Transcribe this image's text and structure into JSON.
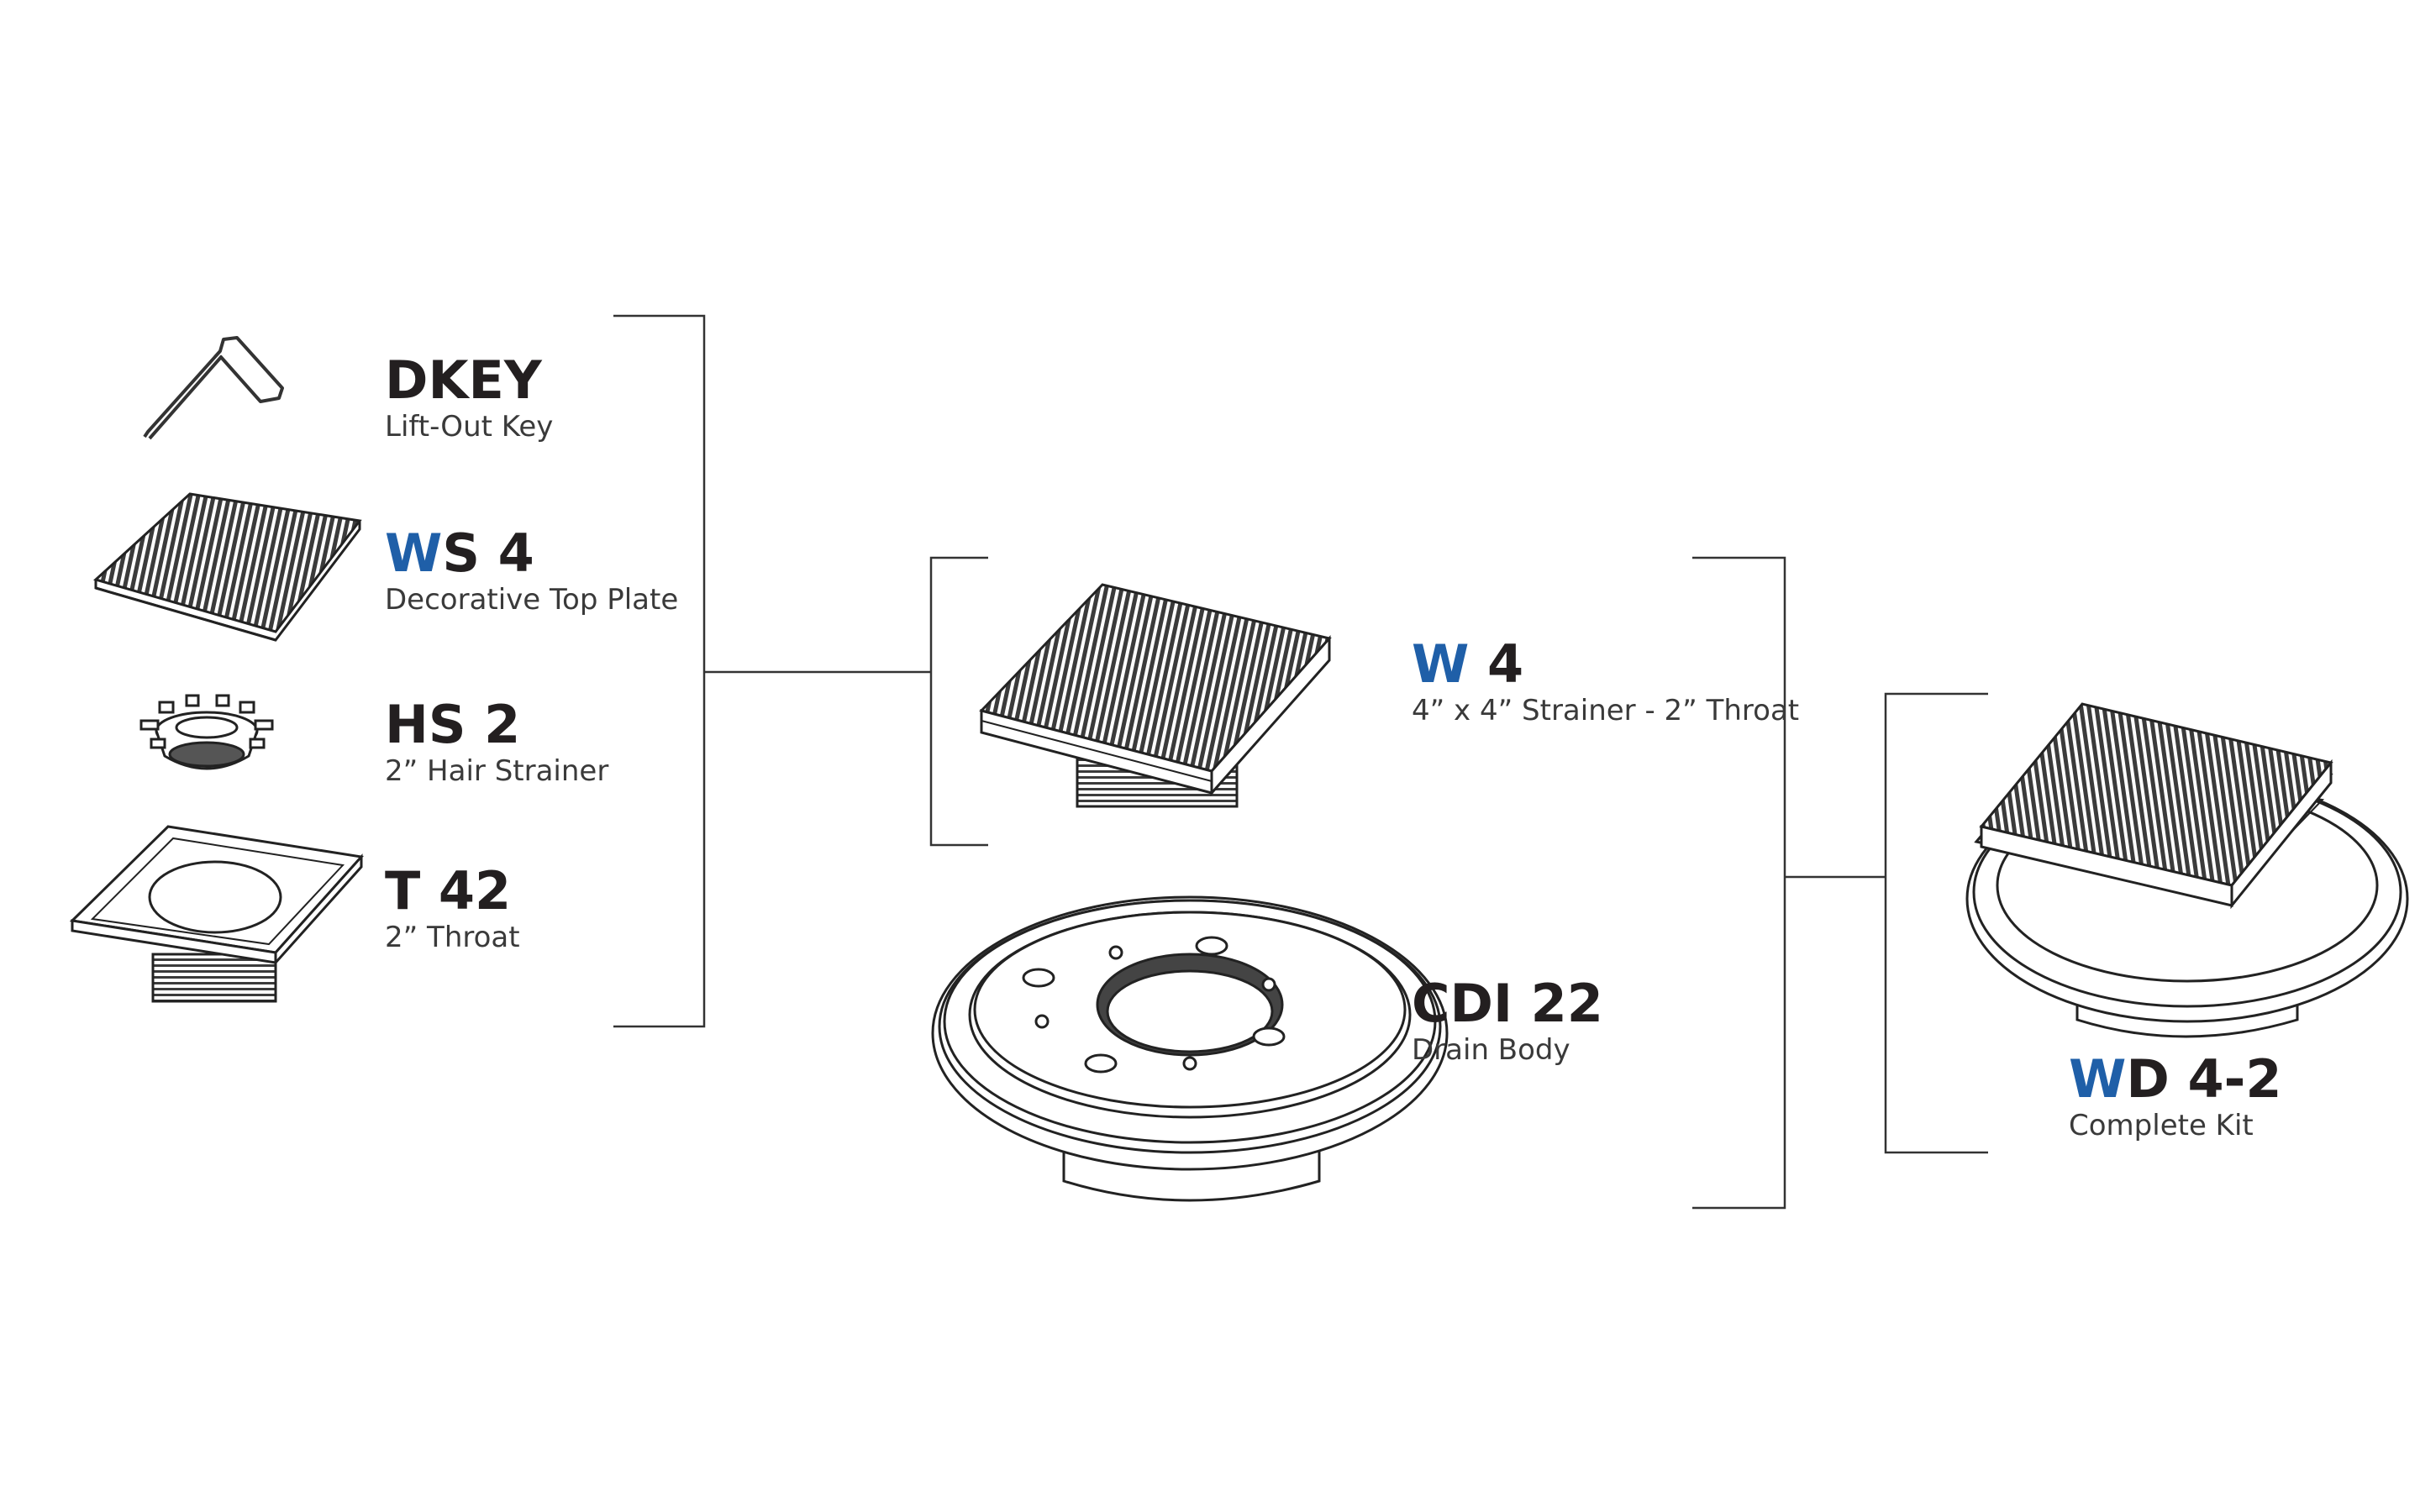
{
  "colors": {
    "accent": "#1f5fa8",
    "ink": "#231f20",
    "line": "#333333"
  },
  "components": [
    {
      "code_accent": "",
      "code_rest": "DKEY",
      "desc": "Lift-Out Key",
      "icon": "lift-out-key-icon"
    },
    {
      "code_accent": "W",
      "code_rest": "S 4",
      "desc": "Decorative Top Plate",
      "icon": "top-plate-icon"
    },
    {
      "code_accent": "",
      "code_rest": "HS 2",
      "desc": "2” Hair Strainer",
      "icon": "hair-strainer-icon"
    },
    {
      "code_accent": "",
      "code_rest": "T 42",
      "desc": "2” Throat",
      "icon": "throat-icon"
    }
  ],
  "assemblies": [
    {
      "code_accent": "W",
      "code_rest": " 4",
      "desc": "4” x 4” Strainer - 2” Throat",
      "icon": "strainer-assembly-icon"
    },
    {
      "code_accent": "",
      "code_rest": "CDI 22",
      "desc": "Drain Body",
      "icon": "drain-body-icon"
    }
  ],
  "kit": {
    "code_accent": "W",
    "code_rest": "D 4-2",
    "desc": "Complete Kit",
    "icon": "complete-kit-icon"
  }
}
